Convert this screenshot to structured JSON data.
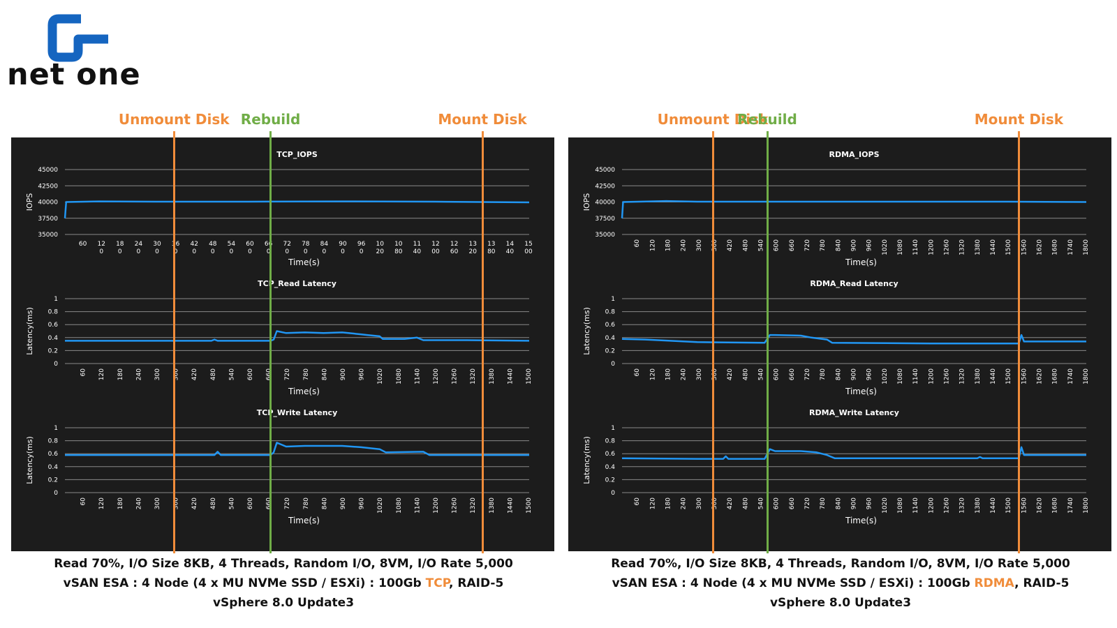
{
  "logo": {
    "text": "net one",
    "brand_color": "#1565c0"
  },
  "colors": {
    "unmount": "#f08c3a",
    "rebuild": "#70ad47",
    "mount": "#f08c3a",
    "series": "#2196f3",
    "panel_bg": "#1c1c1c",
    "gridline": "#8a8a8a",
    "chart_text": "#ffffff",
    "caption_accent": "#f08c3a"
  },
  "figures": [
    {
      "id": "tcp",
      "markers": [
        {
          "label": "Unmount Disk",
          "x": 360,
          "color_key": "unmount"
        },
        {
          "label": "Rebuild",
          "x": 670,
          "color_key": "rebuild"
        },
        {
          "label": "Mount Disk",
          "x": 1350,
          "color_key": "mount"
        }
      ],
      "caption": {
        "line1": "Read 70%, I/O Size 8KB, 4 Threads, Random I/O, 8VM, I/O Rate 5,000",
        "line2_pre": "vSAN ESA : 4 Node (4 x MU NVMe SSD / ESXi) : 100Gb ",
        "line2_accent": "TCP",
        "line2_post": ", RAID-5",
        "line3": "vSphere 8.0 Update3"
      }
    },
    {
      "id": "rdma",
      "markers": [
        {
          "label": "Unmount Disk",
          "x": 360,
          "color_key": "unmount"
        },
        {
          "label": "Rebuild",
          "x": 570,
          "color_key": "rebuild"
        },
        {
          "label": "Mount Disk",
          "x": 1540,
          "color_key": "mount"
        }
      ],
      "caption": {
        "line1": "Read 70%, I/O Size 8KB, 4 Threads, Random I/O, 8VM, I/O Rate 5,000",
        "line2_pre": "vSAN ESA : 4 Node (4 x MU NVMe SSD / ESXi) : 100Gb ",
        "line2_accent": "RDMA",
        "line2_post": ", RAID-5",
        "line3": "vSphere 8.0 Update3"
      }
    }
  ],
  "chart_data": [
    {
      "id": "tcp_iops",
      "figure": "tcp",
      "row": 0,
      "type": "line",
      "title": "TCP_IOPS",
      "xlabel": "Time(s)",
      "ylabel": "IOPS",
      "ylim": [
        35000,
        45000
      ],
      "yticks": [
        35000,
        37500,
        40000,
        42500,
        45000
      ],
      "xlim": [
        10,
        1500
      ],
      "grid": true,
      "legend": "none",
      "xtick_style": "split",
      "xtick_labels": [
        [
          "60",
          ""
        ],
        [
          "12",
          "0"
        ],
        [
          "18",
          "0"
        ],
        [
          "24",
          "0"
        ],
        [
          "30",
          "0"
        ],
        [
          "36",
          "0"
        ],
        [
          "42",
          "0"
        ],
        [
          "48",
          "0"
        ],
        [
          "54",
          "0"
        ],
        [
          "60",
          "0"
        ],
        [
          "66",
          "0"
        ],
        [
          "72",
          "0"
        ],
        [
          "78",
          "0"
        ],
        [
          "84",
          "0"
        ],
        [
          "90",
          "0"
        ],
        [
          "96",
          "0"
        ],
        [
          "10",
          "20"
        ],
        [
          "10",
          "80"
        ],
        [
          "11",
          "40"
        ],
        [
          "12",
          "00"
        ],
        [
          "12",
          "60"
        ],
        [
          "13",
          "20"
        ],
        [
          "13",
          "80"
        ],
        [
          "14",
          "40"
        ],
        [
          "15",
          "00"
        ]
      ],
      "series": [
        {
          "points": [
            [
              10,
              37500
            ],
            [
              14,
              40000
            ],
            [
              120,
              40100
            ],
            [
              300,
              40050
            ],
            [
              600,
              40050
            ],
            [
              900,
              40100
            ],
            [
              1200,
              40050
            ],
            [
              1500,
              39950
            ]
          ]
        }
      ]
    },
    {
      "id": "tcp_read",
      "figure": "tcp",
      "row": 1,
      "type": "line",
      "title": "TCP_Read Latency",
      "xlabel": "Time(s)",
      "ylabel": "Latency(ms)",
      "ylim": [
        0,
        1
      ],
      "yticks": [
        0,
        0.2,
        0.4,
        0.6,
        0.8,
        1
      ],
      "xlim": [
        10,
        1500
      ],
      "grid": true,
      "legend": "none",
      "xtick_style": "rotated",
      "xtick_labels": [
        "60",
        "120",
        "180",
        "240",
        "300",
        "360",
        "420",
        "480",
        "540",
        "600",
        "660",
        "720",
        "780",
        "840",
        "900",
        "960",
        "1020",
        "1080",
        "1140",
        "1200",
        "1260",
        "1320",
        "1380",
        "1440",
        "1500"
      ],
      "series": [
        {
          "points": [
            [
              10,
              0.35
            ],
            [
              300,
              0.35
            ],
            [
              480,
              0.35
            ],
            [
              490,
              0.37
            ],
            [
              500,
              0.35
            ],
            [
              670,
              0.35
            ],
            [
              680,
              0.37
            ],
            [
              690,
              0.5
            ],
            [
              720,
              0.47
            ],
            [
              780,
              0.48
            ],
            [
              840,
              0.47
            ],
            [
              900,
              0.48
            ],
            [
              920,
              0.47
            ],
            [
              960,
              0.45
            ],
            [
              980,
              0.44
            ],
            [
              1020,
              0.42
            ],
            [
              1030,
              0.38
            ],
            [
              1100,
              0.38
            ],
            [
              1140,
              0.4
            ],
            [
              1160,
              0.36
            ],
            [
              1300,
              0.36
            ],
            [
              1500,
              0.35
            ]
          ]
        }
      ]
    },
    {
      "id": "tcp_write",
      "figure": "tcp",
      "row": 2,
      "type": "line",
      "title": "TCP_Write Latency",
      "xlabel": "Time(s)",
      "ylabel": "Latency(ms)",
      "ylim": [
        0,
        1
      ],
      "yticks": [
        0,
        0.2,
        0.4,
        0.6,
        0.8,
        1
      ],
      "xlim": [
        10,
        1500
      ],
      "grid": true,
      "legend": "none",
      "xtick_style": "rotated",
      "xtick_labels": [
        "60",
        "120",
        "180",
        "240",
        "300",
        "360",
        "420",
        "480",
        "540",
        "600",
        "660",
        "720",
        "780",
        "840",
        "900",
        "960",
        "1020",
        "1080",
        "1140",
        "1200",
        "1260",
        "1320",
        "1380",
        "1440",
        "1500"
      ],
      "series": [
        {
          "points": [
            [
              10,
              0.58
            ],
            [
              300,
              0.58
            ],
            [
              490,
              0.58
            ],
            [
              500,
              0.63
            ],
            [
              510,
              0.58
            ],
            [
              670,
              0.58
            ],
            [
              680,
              0.62
            ],
            [
              690,
              0.77
            ],
            [
              720,
              0.71
            ],
            [
              780,
              0.72
            ],
            [
              840,
              0.72
            ],
            [
              900,
              0.72
            ],
            [
              960,
              0.7
            ],
            [
              1020,
              0.67
            ],
            [
              1040,
              0.62
            ],
            [
              1160,
              0.63
            ],
            [
              1180,
              0.58
            ],
            [
              1300,
              0.58
            ],
            [
              1500,
              0.58
            ]
          ]
        }
      ]
    },
    {
      "id": "rdma_iops",
      "figure": "rdma",
      "row": 0,
      "type": "line",
      "title": "RDMA_IOPS",
      "xlabel": "Time(s)",
      "ylabel": "IOPS",
      "ylim": [
        35000,
        45000
      ],
      "yticks": [
        35000,
        37500,
        40000,
        42500,
        45000
      ],
      "xlim": [
        10,
        1800
      ],
      "grid": true,
      "legend": "none",
      "xtick_style": "rotated",
      "xtick_labels": [
        "60",
        "120",
        "180",
        "240",
        "300",
        "360",
        "420",
        "480",
        "540",
        "600",
        "660",
        "720",
        "780",
        "840",
        "900",
        "960",
        "1020",
        "1080",
        "1140",
        "1200",
        "1260",
        "1320",
        "1380",
        "1440",
        "1500",
        "1560",
        "1620",
        "1680",
        "1740",
        "1800"
      ],
      "series": [
        {
          "points": [
            [
              10,
              37500
            ],
            [
              14,
              40000
            ],
            [
              180,
              40150
            ],
            [
              300,
              40050
            ],
            [
              600,
              40050
            ],
            [
              900,
              40050
            ],
            [
              1200,
              40050
            ],
            [
              1500,
              40050
            ],
            [
              1800,
              40000
            ]
          ]
        }
      ]
    },
    {
      "id": "rdma_read",
      "figure": "rdma",
      "row": 1,
      "type": "line",
      "title": "RDMA_Read Latency",
      "xlabel": "Time(s)",
      "ylabel": "Latency(ms)",
      "ylim": [
        0,
        1
      ],
      "yticks": [
        0,
        0.2,
        0.4,
        0.6,
        0.8,
        1
      ],
      "xlim": [
        10,
        1800
      ],
      "grid": true,
      "legend": "none",
      "xtick_style": "rotated",
      "xtick_labels": [
        "60",
        "120",
        "180",
        "240",
        "300",
        "360",
        "420",
        "480",
        "540",
        "600",
        "660",
        "720",
        "780",
        "840",
        "900",
        "960",
        "1020",
        "1080",
        "1140",
        "1200",
        "1260",
        "1320",
        "1380",
        "1440",
        "1500",
        "1560",
        "1620",
        "1680",
        "1740",
        "1800"
      ],
      "series": [
        {
          "points": [
            [
              10,
              0.38
            ],
            [
              100,
              0.37
            ],
            [
              300,
              0.33
            ],
            [
              560,
              0.32
            ],
            [
              580,
              0.44
            ],
            [
              600,
              0.44
            ],
            [
              700,
              0.43
            ],
            [
              740,
              0.4
            ],
            [
              800,
              0.37
            ],
            [
              820,
              0.32
            ],
            [
              1200,
              0.31
            ],
            [
              1400,
              0.31
            ],
            [
              1540,
              0.31
            ],
            [
              1550,
              0.44
            ],
            [
              1560,
              0.34
            ],
            [
              1800,
              0.34
            ]
          ]
        }
      ]
    },
    {
      "id": "rdma_write",
      "figure": "rdma",
      "row": 2,
      "type": "line",
      "title": "RDMA_Write Latency",
      "xlabel": "Time(s)",
      "ylabel": "Latency(ms)",
      "ylim": [
        0,
        1
      ],
      "yticks": [
        0,
        0.2,
        0.4,
        0.6,
        0.8,
        1
      ],
      "xlim": [
        10,
        1800
      ],
      "grid": true,
      "legend": "none",
      "xtick_style": "rotated",
      "xtick_labels": [
        "60",
        "120",
        "180",
        "240",
        "300",
        "360",
        "420",
        "480",
        "540",
        "600",
        "660",
        "720",
        "780",
        "840",
        "900",
        "960",
        "1020",
        "1080",
        "1140",
        "1200",
        "1260",
        "1320",
        "1380",
        "1440",
        "1500",
        "1560",
        "1620",
        "1680",
        "1740",
        "1800"
      ],
      "series": [
        {
          "points": [
            [
              10,
              0.53
            ],
            [
              300,
              0.52
            ],
            [
              400,
              0.52
            ],
            [
              410,
              0.56
            ],
            [
              420,
              0.52
            ],
            [
              560,
              0.52
            ],
            [
              580,
              0.67
            ],
            [
              600,
              0.64
            ],
            [
              700,
              0.64
            ],
            [
              760,
              0.62
            ],
            [
              800,
              0.58
            ],
            [
              830,
              0.53
            ],
            [
              1100,
              0.53
            ],
            [
              1380,
              0.53
            ],
            [
              1390,
              0.55
            ],
            [
              1400,
              0.53
            ],
            [
              1540,
              0.53
            ],
            [
              1550,
              0.7
            ],
            [
              1560,
              0.58
            ],
            [
              1800,
              0.58
            ]
          ]
        }
      ]
    }
  ]
}
